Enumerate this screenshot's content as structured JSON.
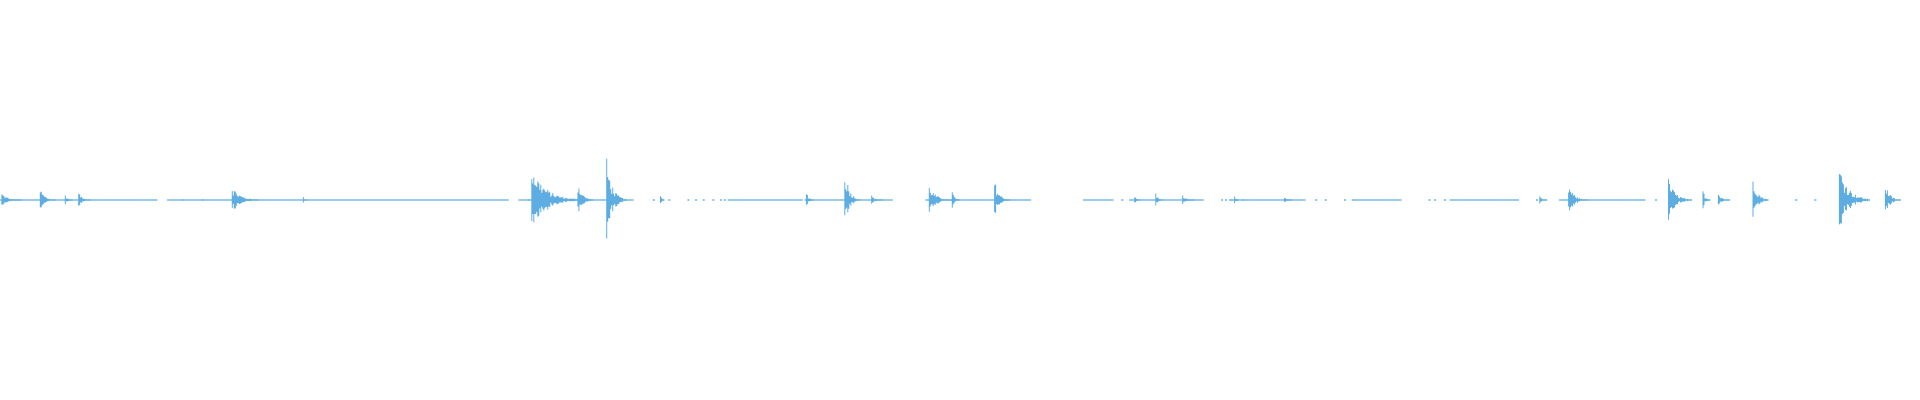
{
  "waveform": {
    "color": "#5dade2",
    "baseline_segments": [
      [
        0.0,
        0.082
      ],
      [
        0.087,
        0.265
      ],
      [
        0.27,
        0.33
      ],
      [
        0.379,
        0.418
      ],
      [
        0.419,
        0.465
      ],
      [
        0.482,
        0.537
      ],
      [
        0.564,
        0.58
      ],
      [
        0.588,
        0.627
      ],
      [
        0.64,
        0.68
      ],
      [
        0.705,
        0.73
      ],
      [
        0.755,
        0.79
      ],
      [
        0.812,
        0.857
      ]
    ],
    "dots": [
      0.095,
      0.105,
      0.275,
      0.34,
      0.345,
      0.348,
      0.358,
      0.362,
      0.366,
      0.371,
      0.375,
      0.377,
      0.584,
      0.636,
      0.638,
      0.641,
      0.644,
      0.647,
      0.685,
      0.69,
      0.7,
      0.704,
      0.744,
      0.747,
      0.752,
      0.79,
      0.8,
      0.802,
      0.862,
      0.935,
      0.945
    ],
    "bursts": [
      {
        "t": 0.001,
        "amp": 0.06,
        "width": 0.01
      },
      {
        "t": 0.021,
        "amp": 0.1,
        "width": 0.008
      },
      {
        "t": 0.034,
        "amp": 0.05,
        "width": 0.004
      },
      {
        "t": 0.041,
        "amp": 0.07,
        "width": 0.006
      },
      {
        "t": 0.121,
        "amp": 0.12,
        "width": 0.014
      },
      {
        "t": 0.158,
        "amp": 0.03,
        "width": 0.002
      },
      {
        "t": 0.277,
        "amp": 0.3,
        "width": 0.024
      },
      {
        "t": 0.301,
        "amp": 0.16,
        "width": 0.008
      },
      {
        "t": 0.316,
        "amp": 0.35,
        "width": 0.01
      },
      {
        "t": 0.344,
        "amp": 0.05,
        "width": 0.002
      },
      {
        "t": 0.42,
        "amp": 0.08,
        "width": 0.004
      },
      {
        "t": 0.44,
        "amp": 0.28,
        "width": 0.008
      },
      {
        "t": 0.454,
        "amp": 0.04,
        "width": 0.006
      },
      {
        "t": 0.484,
        "amp": 0.12,
        "width": 0.012
      },
      {
        "t": 0.496,
        "amp": 0.08,
        "width": 0.004
      },
      {
        "t": 0.518,
        "amp": 0.17,
        "width": 0.008
      },
      {
        "t": 0.591,
        "amp": 0.04,
        "width": 0.003
      },
      {
        "t": 0.602,
        "amp": 0.06,
        "width": 0.004
      },
      {
        "t": 0.616,
        "amp": 0.04,
        "width": 0.006
      },
      {
        "t": 0.643,
        "amp": 0.04,
        "width": 0.002
      },
      {
        "t": 0.669,
        "amp": 0.03,
        "width": 0.004
      },
      {
        "t": 0.802,
        "amp": 0.03,
        "width": 0.004
      },
      {
        "t": 0.817,
        "amp": 0.13,
        "width": 0.01
      },
      {
        "t": 0.869,
        "amp": 0.18,
        "width": 0.012
      },
      {
        "t": 0.887,
        "amp": 0.09,
        "width": 0.004
      },
      {
        "t": 0.895,
        "amp": 0.07,
        "width": 0.006
      },
      {
        "t": 0.913,
        "amp": 0.22,
        "width": 0.008
      },
      {
        "t": 0.958,
        "amp": 0.3,
        "width": 0.016
      },
      {
        "t": 0.982,
        "amp": 0.14,
        "width": 0.008
      }
    ],
    "trailing_silence_from": 0.995
  }
}
